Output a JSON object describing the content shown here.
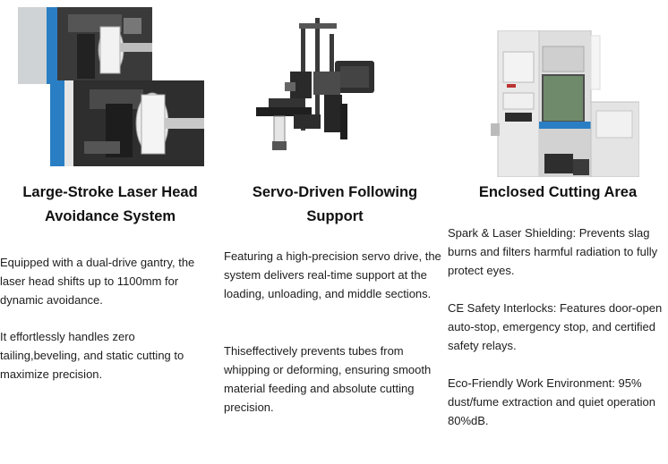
{
  "columns": [
    {
      "title_lines": [
        "Large-Stroke Laser Head",
        "Avoidance System"
      ],
      "paragraphs": [
        "Equipped with a dual-drive gantry, the laser head shifts up to 1100mm for dynamic avoidance.",
        "It effortlessly handles zero tailing,beveling, and static cutting to maximize precision."
      ]
    },
    {
      "title_lines": [
        "Servo-Driven Following",
        "Support"
      ],
      "paragraphs": [
        "Featuring a high-precision servo drive, the system delivers real-time support at the loading, unloading, and middle sections.",
        "Thiseffectively prevents tubes from whipping or deforming, ensuring smooth material feeding and absolute cutting precision."
      ]
    },
    {
      "title_lines": [
        "Enclosed Cutting Area"
      ],
      "paragraphs": [
        "Spark & Laser Shielding: Prevents slag burns and filters harmful radiation to fully protect eyes.",
        "CE Safety Interlocks: Features door-open auto-stop, emergency stop, and certified safety relays.",
        "Eco-Friendly Work Environment: 95% dust/fume extraction and quiet operation 80%dB."
      ]
    }
  ],
  "colors": {
    "accent_blue": "#2a7fc4",
    "machine_dark": "#2b2b2b",
    "machine_light": "#dcdcdc",
    "window_green": "#6f8a6a"
  }
}
